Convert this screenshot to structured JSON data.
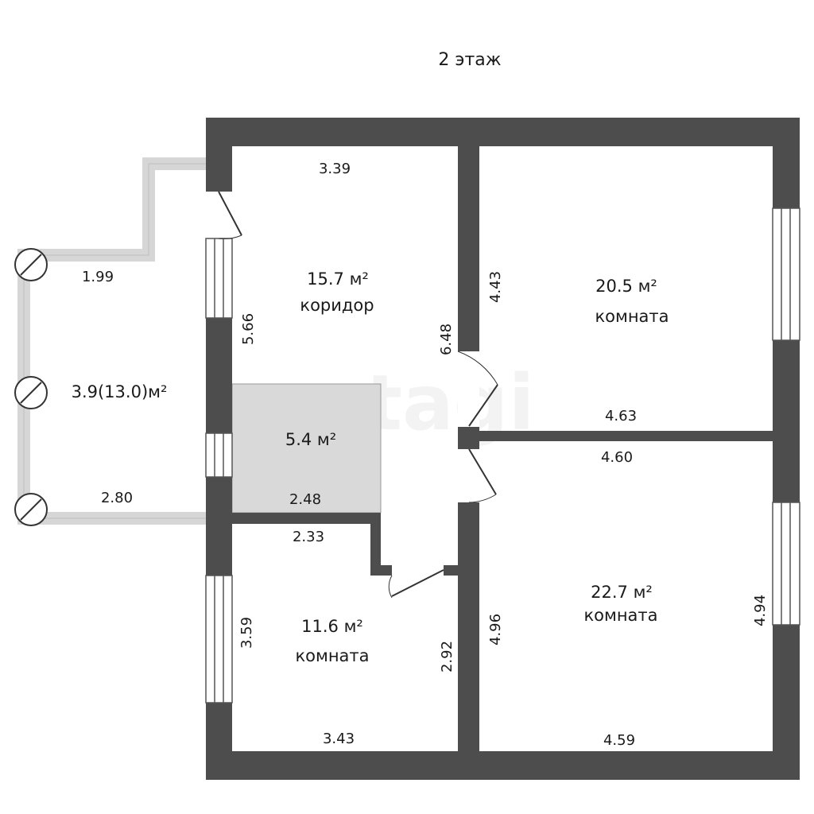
{
  "floor_title": "2 этаж",
  "watermark": "etagi",
  "colors": {
    "wall": "#4d4d4d",
    "balcony_rail": "#d6d6d6",
    "shaded_area": "#d9d9d9",
    "window_fill": "#ffffff",
    "line": "#333333"
  },
  "rooms": {
    "corridor": {
      "area": "15.7 м²",
      "name": "коридор"
    },
    "room_top_right": {
      "area": "20.5 м²",
      "name": "комната"
    },
    "room_bottom_right": {
      "area": "22.7 м²",
      "name": "комната"
    },
    "room_bottom_left": {
      "area": "11.6 м²",
      "name": "комната"
    },
    "storage": {
      "area": "5.4 м²"
    },
    "balcony": {
      "area": "3.9(13.0)м²"
    }
  },
  "dimensions": {
    "corridor_top": "3.39",
    "corridor_left": "5.66",
    "corridor_right": "6.48",
    "room_tr_left": "4.43",
    "room_tr_bottom": "4.63",
    "room_br_top": "4.60",
    "room_br_left": "4.96",
    "room_br_right": "4.94",
    "room_br_bottom": "4.59",
    "room_bl_top": "2.33",
    "room_bl_left": "3.59",
    "room_bl_right": "2.92",
    "room_bl_bottom": "3.43",
    "storage_bottom": "2.48",
    "balcony_top": "1.99",
    "balcony_bottom": "2.80"
  }
}
